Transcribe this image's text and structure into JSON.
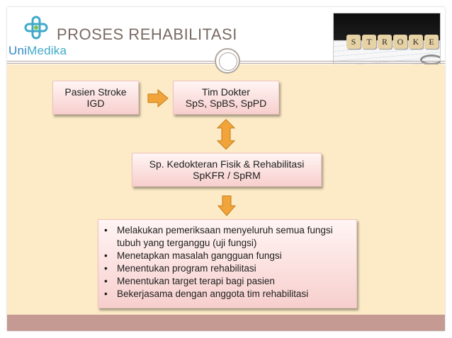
{
  "header": {
    "title": "PROSES REHABILITASI",
    "logo": {
      "text_main": "Uni",
      "text_accent": "Medika",
      "icon": "medical-cross-icon"
    },
    "photo": {
      "tiles": [
        "S",
        "T",
        "R",
        "O",
        "K",
        "E"
      ]
    }
  },
  "flow": {
    "box1": {
      "line1": "Pasien Stroke",
      "line2": "IGD"
    },
    "box2": {
      "line1": "Tim Dokter",
      "line2": "SpS, SpBS, SpPD"
    },
    "box3": {
      "line1": "Sp. Kedokteran Fisik & Rehabilitasi",
      "line2": "SpKFR / SpRM"
    },
    "bullets": [
      "Melakukan pemeriksaan menyeluruh semua fungsi tubuh yang terganggu (uji fungsi)",
      "Menetapkan masalah gangguan fungsi",
      "Menentukan program rehabilitasi",
      "Menentukan target terapi bagi pasien",
      "Bekerjasama dengan anggota tim rehabilitasi"
    ],
    "bullet_symbol": "•"
  },
  "colors": {
    "title": "#7a6a63",
    "background": "#fcebc6",
    "footer": "#c49a93",
    "arrow": "#f0a43a",
    "box_top": "#fff5f4",
    "box_bottom": "#f7cfcd"
  }
}
